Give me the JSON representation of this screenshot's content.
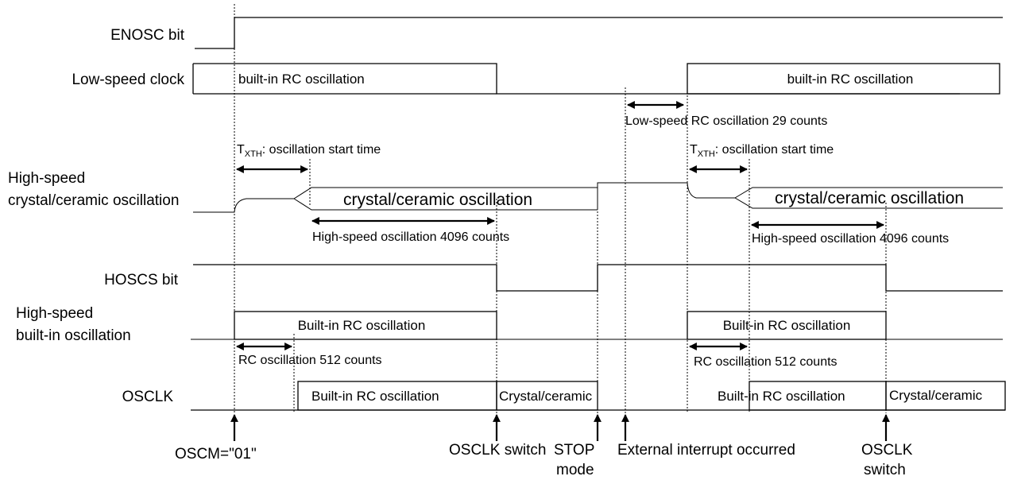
{
  "signals": {
    "enosc": "ENOSC bit",
    "low_speed_clock": "Low-speed  clock",
    "high_speed_xtal_line1": "High-speed",
    "high_speed_xtal_line2": "crystal/ceramic oscillation",
    "hoscs": "HOSCS bit",
    "high_speed_rc_line1": "High-speed",
    "high_speed_rc_line2": "built-in  oscillation",
    "osclk": "OSCLK"
  },
  "boxes": {
    "lowspeed_rc_1": "built-in RC oscillation",
    "lowspeed_rc_2": "built-in RC oscillation",
    "xtal_1": "crystal/ceramic oscillation",
    "xtal_2": "crystal/ceramic oscillation",
    "hs_rc_1": "Built-in RC oscillation",
    "hs_rc_2": "Built-in RC oscillation",
    "osclk_rc_1": "Built-in RC oscillation",
    "osclk_xtal_1": "Crystal/ceramic",
    "osclk_rc_2": "Built-in RC oscillation",
    "osclk_xtal_2": "Crystal/ceramic"
  },
  "annotations": {
    "txth_T": "T",
    "txth_sub": "XTH",
    "txth_rest": ": oscillation start time",
    "lowspeed_29": "Low-speed RC oscillation 29 counts",
    "hs_4096": "High-speed oscillation 4096 counts",
    "rc_512": "RC oscillation 512 counts"
  },
  "events": {
    "oscm": "OSCM=\"01\"",
    "osclk_switch_1": "OSCLK switch",
    "stop_line1": "STOP",
    "stop_line2": "mode",
    "external_interrupt": "External interrupt occurred",
    "osclk_switch_2_line1": "OSCLK",
    "osclk_switch_2_line2": "switch"
  }
}
